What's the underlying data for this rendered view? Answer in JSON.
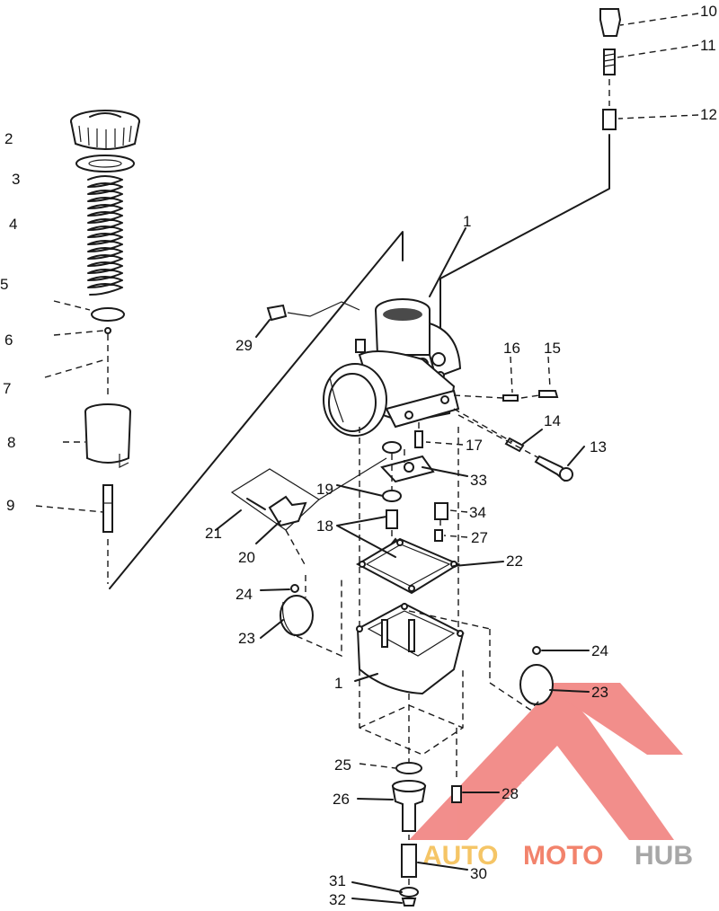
{
  "diagram": {
    "callouts": {
      "c1a": "1",
      "c1b": "1",
      "c2": "2",
      "c3": "3",
      "c4": "4",
      "c5": "5",
      "c6": "6",
      "c7": "7",
      "c8": "8",
      "c9": "9",
      "c10": "10",
      "c11": "11",
      "c12": "12",
      "c13": "13",
      "c14": "14",
      "c15": "15",
      "c16": "16",
      "c17": "17",
      "c18": "18",
      "c19": "19",
      "c20": "20",
      "c21": "21",
      "c22": "22",
      "c23a": "23",
      "c23b": "23",
      "c24a": "24",
      "c24b": "24",
      "c25": "25",
      "c26": "26",
      "c27": "27",
      "c28": "28",
      "c29": "29",
      "c30": "30",
      "c31": "31",
      "c32": "32",
      "c33": "33",
      "c34": "34"
    }
  },
  "watermark": {
    "part1": "AUTO",
    "part2": "MOTO",
    "part3": "HUB",
    "colors": {
      "triangle": "#e8322e",
      "auto": "#f2b233",
      "moto": "#ee5a3c",
      "hub": "#8a8a8a"
    }
  }
}
